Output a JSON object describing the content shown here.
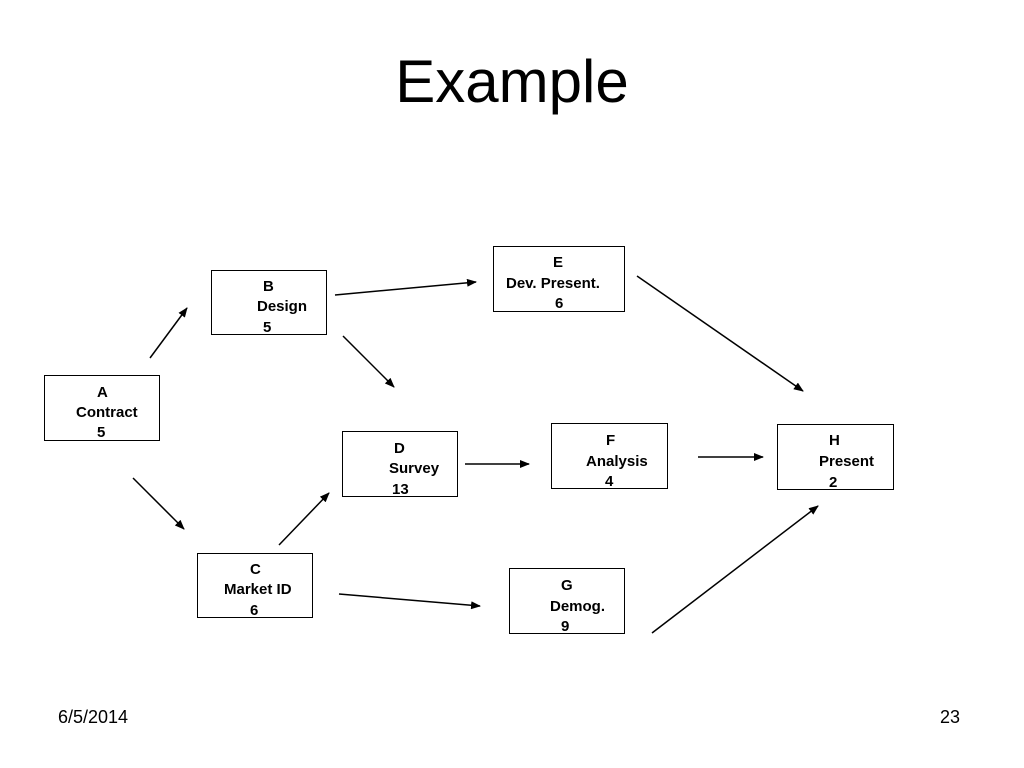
{
  "slide": {
    "title": "Example",
    "date": "6/5/2014",
    "page_number": "23"
  },
  "diagram": {
    "nodes": {
      "A": {
        "letter": "A",
        "name": "Contract",
        "duration": "5"
      },
      "B": {
        "letter": "B",
        "name": "Design",
        "duration": "5"
      },
      "C": {
        "letter": "C",
        "name": "Market ID",
        "duration": "6"
      },
      "D": {
        "letter": "D",
        "name": "Survey",
        "duration": "13"
      },
      "E": {
        "letter": "E",
        "name": "Dev. Present.",
        "duration": "6"
      },
      "F": {
        "letter": "F",
        "name": "Analysis",
        "duration": "4"
      },
      "G": {
        "letter": "G",
        "name": "Demog.",
        "duration": "9"
      },
      "H": {
        "letter": "H",
        "name": "Present",
        "duration": "2"
      }
    },
    "edges": [
      {
        "from": "A",
        "to": "B"
      },
      {
        "from": "A",
        "to": "C"
      },
      {
        "from": "B",
        "to": "E"
      },
      {
        "from": "B",
        "to": "D"
      },
      {
        "from": "C",
        "to": "D"
      },
      {
        "from": "C",
        "to": "G"
      },
      {
        "from": "D",
        "to": "F"
      },
      {
        "from": "E",
        "to": "H"
      },
      {
        "from": "F",
        "to": "H"
      },
      {
        "from": "G",
        "to": "H"
      }
    ]
  }
}
